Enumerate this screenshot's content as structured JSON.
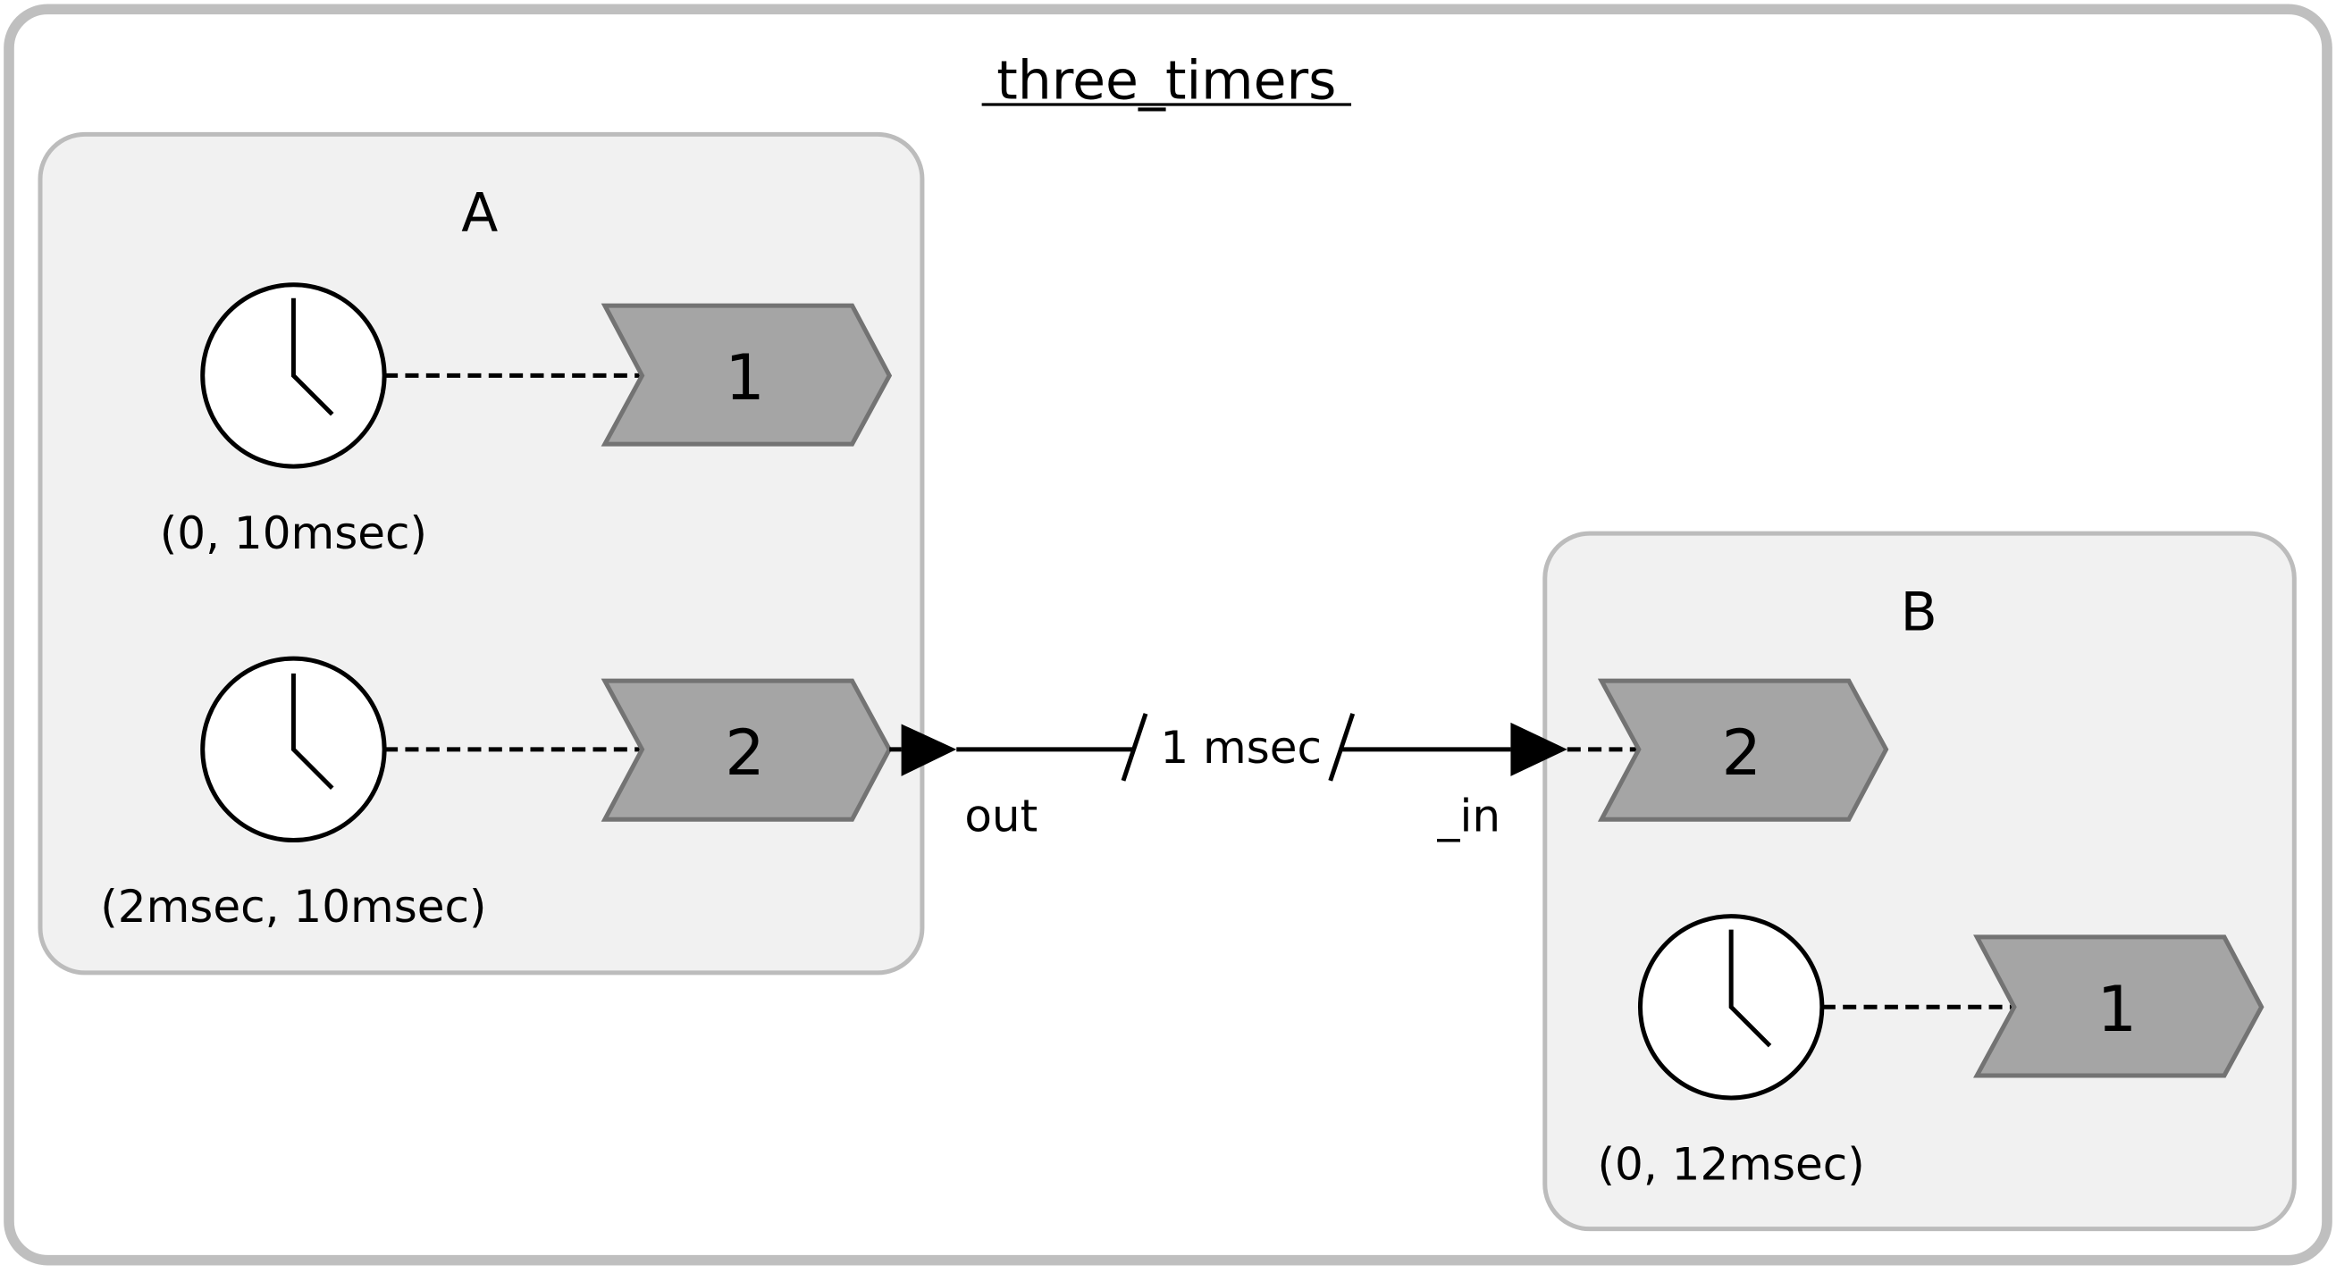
{
  "diagram": {
    "title": "three_timers",
    "reactors": [
      {
        "name": "A",
        "timers": [
          {
            "params": "(0, 10msec)",
            "reaction": "1"
          },
          {
            "params": "(2msec, 10msec)",
            "reaction": "2"
          }
        ],
        "output_port": "out"
      },
      {
        "name": "B",
        "input_port": "_in",
        "reactions": [
          {
            "label": "2"
          },
          {
            "label": "1"
          }
        ],
        "timers": [
          {
            "params": "(0, 12msec)",
            "reaction": "1"
          }
        ]
      }
    ],
    "connection": {
      "from": "A.out",
      "to": "B._in",
      "delay": "1 msec"
    }
  },
  "colors": {
    "outer_border": "#bfbfbf",
    "reactor_fill": "#f1f1f1",
    "reactor_border": "#bcbcbc",
    "reaction_fill": "#a5a5a5",
    "reaction_stroke": "#737373",
    "line": "#000000"
  },
  "icons": {
    "timer": "clock-icon",
    "port": "triangle-port-icon"
  }
}
